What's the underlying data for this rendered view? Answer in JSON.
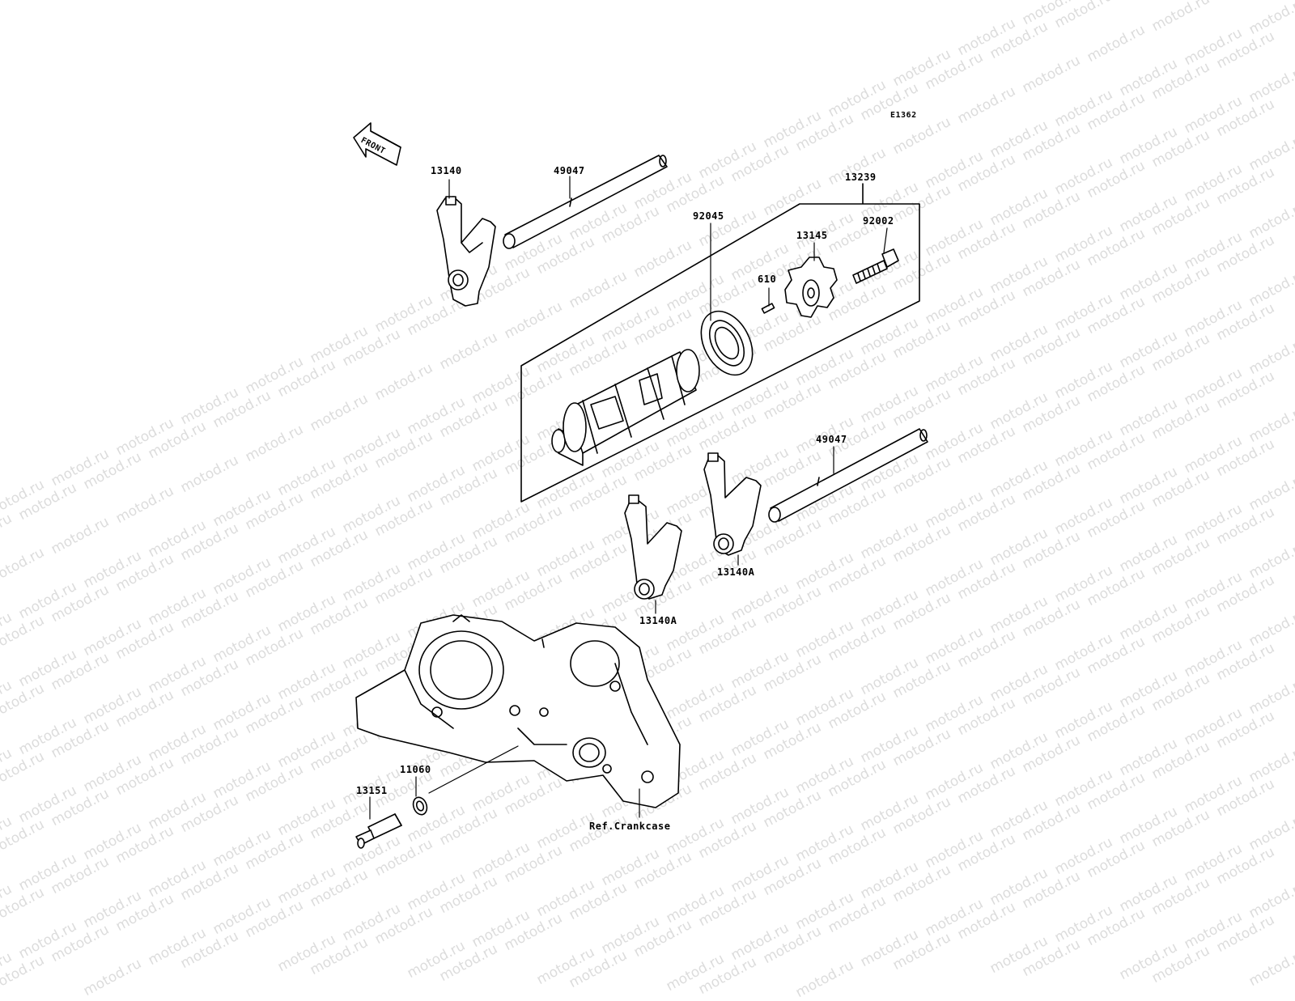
{
  "diagram": {
    "code": "E1362",
    "front_label": "FRONT",
    "watermark": "motod.ru",
    "parts": {
      "fork_top": "13140",
      "rod_top": "49047",
      "drum_assembly": "13239",
      "bolt": "92002",
      "pin_plate": "13145",
      "pin": "610",
      "bearing": "92045",
      "rod_bottom": "49047",
      "fork_right": "13140A",
      "fork_left": "13140A",
      "gasket": "11060",
      "neutral_switch": "13151",
      "crankcase_ref": "Ref.Crankcase"
    }
  }
}
